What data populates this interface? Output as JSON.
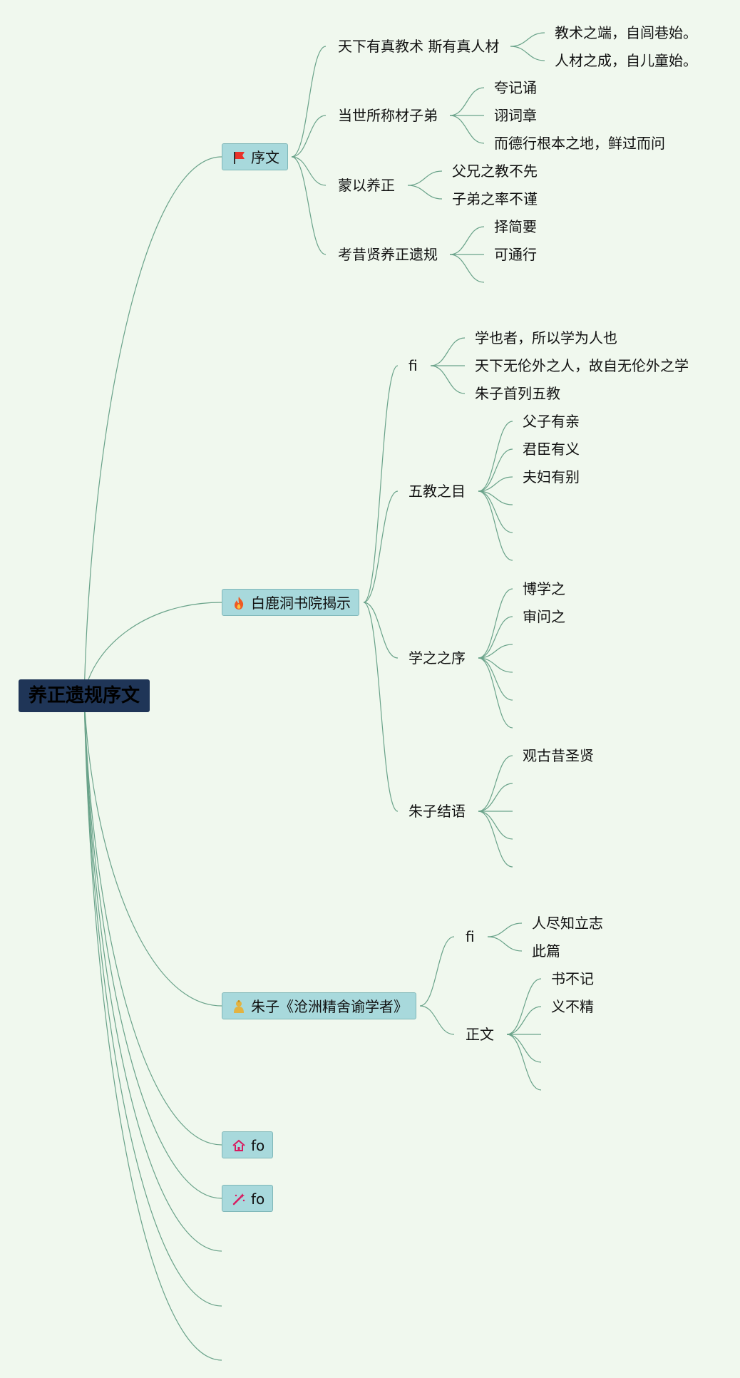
{
  "root": {
    "label": "养正遗规序文"
  },
  "branches": [
    {
      "label": "序文",
      "icon": "red-flag-icon",
      "children": [
        {
          "label": "天下有真教术 斯有真人材",
          "children": [
            "教术之端，自闾巷始。",
            "人材之成，自儿童始。"
          ]
        },
        {
          "label": "当世所称材子弟",
          "children": [
            "夸记诵",
            "诩词章",
            "而德行根本之地，鲜过而问"
          ]
        },
        {
          "label": "蒙以养正",
          "children": [
            "父兄之教不先",
            "子弟之率不谨"
          ]
        },
        {
          "label": "考昔贤养正遗规",
          "children": [
            "择简要",
            "可通行",
            ""
          ]
        }
      ]
    },
    {
      "label": "白鹿洞书院揭示",
      "icon": "fire-icon",
      "children": [
        {
          "label": "fi",
          "children": [
            "学也者，所以学为人也",
            "天下无伦外之人，故自无伦外之学",
            "朱子首列五教"
          ]
        },
        {
          "label": "五教之目",
          "children": [
            "父子有亲",
            "君臣有义",
            "夫妇有别",
            "",
            "",
            ""
          ]
        },
        {
          "label": "学之之序",
          "children": [
            "博学之",
            "审问之",
            "",
            "",
            "",
            ""
          ]
        },
        {
          "label": "朱子结语",
          "children": [
            "观古昔圣贤",
            "",
            "",
            "",
            ""
          ]
        }
      ]
    },
    {
      "label": "朱子《沧洲精舍谕学者》",
      "icon": "buddha-icon",
      "children": [
        {
          "label": "fi",
          "children": [
            "人尽知立志",
            "此篇"
          ]
        },
        {
          "label": "正文",
          "children": [
            "书不记",
            "义不精",
            "",
            "",
            ""
          ]
        }
      ]
    },
    {
      "label": "fo",
      "icon": "house-icon",
      "children": []
    },
    {
      "label": "fo",
      "icon": "magic-wand-icon",
      "children": []
    }
  ],
  "colors": {
    "background": "#f0f8ee",
    "root_fill": "#1f3557",
    "node_fill": "#a8d9dc",
    "line": "#6aa38a"
  }
}
